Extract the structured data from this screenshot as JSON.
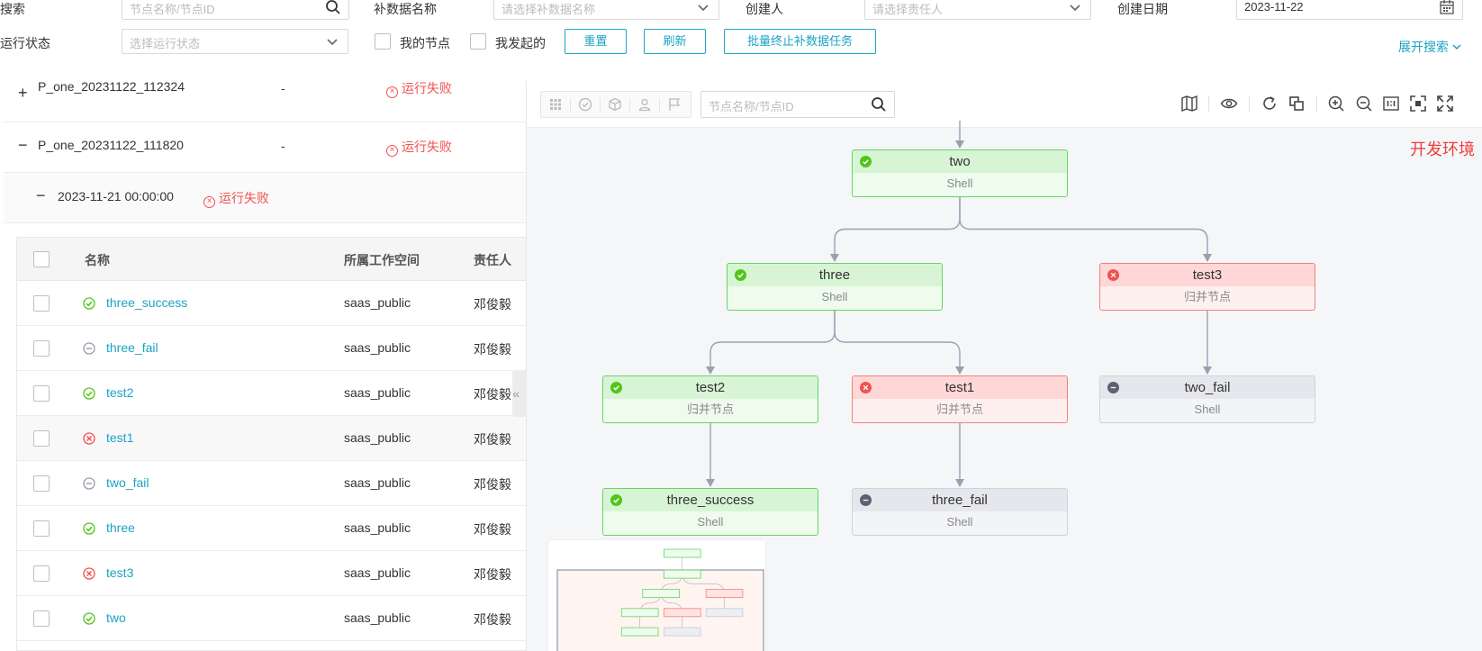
{
  "search": {
    "label": "搜索",
    "placeholder": "节点名称/节点ID"
  },
  "backfill_name": {
    "label": "补数据名称",
    "placeholder": "请选择补数据名称"
  },
  "creator": {
    "label": "创建人",
    "placeholder": "请选择责任人"
  },
  "created_date": {
    "label": "创建日期",
    "value": "2023-11-22"
  },
  "run_status": {
    "label": "运行状态",
    "placeholder": "选择运行状态"
  },
  "filters": {
    "my_nodes": "我的节点",
    "initiated_by_me": "我发起的"
  },
  "buttons": {
    "reset": "重置",
    "refresh": "刷新",
    "bulk_stop": "批量终止补数据任务"
  },
  "expand_search": "展开搜索",
  "tasks": [
    {
      "toggle": "+",
      "name": "P_one_20231122_112324",
      "dash": "-",
      "status": "运行失败"
    },
    {
      "toggle": "−",
      "name": "P_one_20231122_111820",
      "dash": "-",
      "status": "运行失败"
    }
  ],
  "date_row": {
    "toggle": "−",
    "date": "2023-11-21 00:00:00",
    "status": "运行失败"
  },
  "table": {
    "headers": {
      "name": "名称",
      "workspace": "所属工作空间",
      "owner": "责任人"
    },
    "rows": [
      {
        "status": "success",
        "name": "three_success",
        "workspace": "saas_public",
        "owner": "邓俊毅"
      },
      {
        "status": "skipped",
        "name": "three_fail",
        "workspace": "saas_public",
        "owner": "邓俊毅"
      },
      {
        "status": "success",
        "name": "test2",
        "workspace": "saas_public",
        "owner": "邓俊毅"
      },
      {
        "status": "failed",
        "name": "test1",
        "workspace": "saas_public",
        "owner": "邓俊毅"
      },
      {
        "status": "skipped",
        "name": "two_fail",
        "workspace": "saas_public",
        "owner": "邓俊毅"
      },
      {
        "status": "success",
        "name": "three",
        "workspace": "saas_public",
        "owner": "邓俊毅"
      },
      {
        "status": "failed",
        "name": "test3",
        "workspace": "saas_public",
        "owner": "邓俊毅"
      },
      {
        "status": "success",
        "name": "two",
        "workspace": "saas_public",
        "owner": "邓俊毅"
      }
    ]
  },
  "collapse_handle": "« »",
  "dag": {
    "search_placeholder": "节点名称/节点ID",
    "environment": "开发环境",
    "nodes": [
      {
        "id": "two",
        "title": "two",
        "type": "Shell",
        "status": "success"
      },
      {
        "id": "three",
        "title": "three",
        "type": "Shell",
        "status": "success"
      },
      {
        "id": "test3",
        "title": "test3",
        "type": "归并节点",
        "status": "failed"
      },
      {
        "id": "test2",
        "title": "test2",
        "type": "归并节点",
        "status": "success"
      },
      {
        "id": "test1",
        "title": "test1",
        "type": "归并节点",
        "status": "failed"
      },
      {
        "id": "two_fail",
        "title": "two_fail",
        "type": "Shell",
        "status": "skipped"
      },
      {
        "id": "three_success",
        "title": "three_success",
        "type": "Shell",
        "status": "success"
      },
      {
        "id": "three_fail",
        "title": "three_fail",
        "type": "Shell",
        "status": "skipped"
      }
    ],
    "edges": [
      [
        "two",
        "three"
      ],
      [
        "two",
        "test3"
      ],
      [
        "three",
        "test2"
      ],
      [
        "three",
        "test1"
      ],
      [
        "test3",
        "two_fail"
      ],
      [
        "test2",
        "three_success"
      ],
      [
        "test1",
        "three_fail"
      ]
    ],
    "toolbar_left_icons": [
      "grid-icon",
      "check-circle-icon",
      "cube-icon",
      "user-icon",
      "flag-icon"
    ],
    "toolbar_right_icons": [
      "map-icon",
      "eye-icon",
      "refresh-icon",
      "layers-icon",
      "zoom-in-icon",
      "zoom-out-icon",
      "actual-size-icon",
      "fit-screen-icon",
      "fullscreen-icon"
    ]
  },
  "colors": {
    "accent": "#1ba3c4",
    "fail": "#ef5350",
    "success": "#52c41a",
    "skipped": "#9a9caa",
    "environment": "#ef3b3b"
  }
}
